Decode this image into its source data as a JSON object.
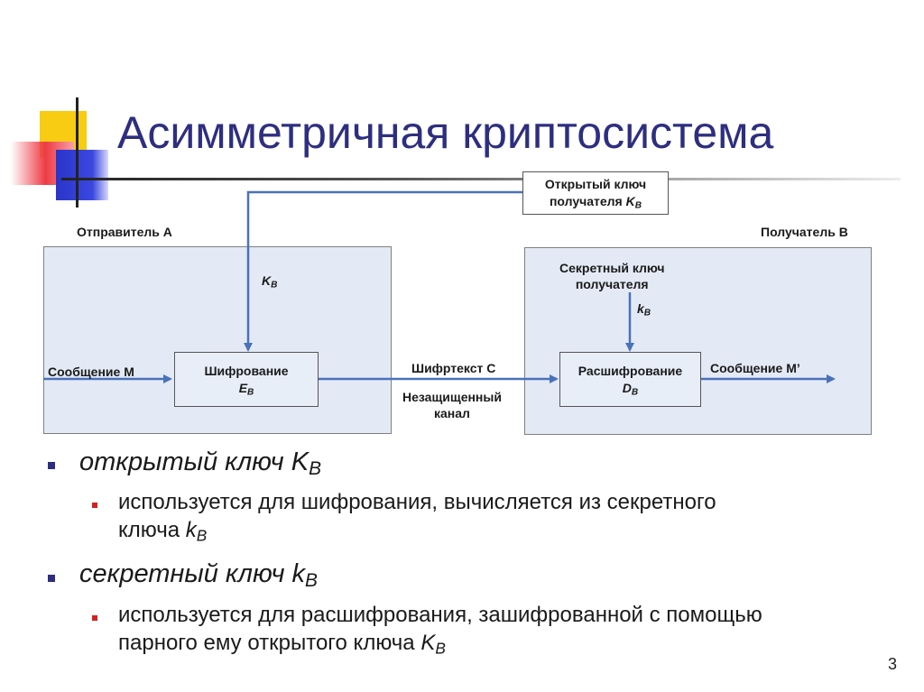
{
  "slide": {
    "title": "Асимметричная криптосистема",
    "page_number": "3",
    "colors": {
      "title": "#2e2e80",
      "bullet": "#2e2e80",
      "sub_bullet": "#d42020",
      "arrow": "#4a72b8",
      "panel": "#e3eaf6"
    }
  },
  "diagram": {
    "public_key_box": {
      "line1": "Открытый ключ",
      "line2": "получателя ",
      "key": "K",
      "key_sub": "B"
    },
    "sender_label": "Отправитель А",
    "receiver_label": "Получатель В",
    "sender_key": {
      "key": "K",
      "key_sub": "B"
    },
    "secret_key_label": {
      "line1": "Секретный ключ",
      "line2": "получателя"
    },
    "receiver_key": {
      "key": "k",
      "key_sub": "B"
    },
    "encryption_box": {
      "label": "Шифрование",
      "fn": "E",
      "fn_sub": "B"
    },
    "decryption_box": {
      "label": "Расшифрование",
      "fn": "D",
      "fn_sub": "B"
    },
    "message_in": "Сообщение М",
    "message_out": "Сообщение М’",
    "ciphertext": "Шифртекст С",
    "channel": {
      "line1": "Незащищенный",
      "line2": "канал"
    }
  },
  "bullets": [
    {
      "text": "открытый ключ ",
      "key": "K",
      "key_sub": "B",
      "sub": {
        "line1": "используется для шифрования, вычисляется из секретного",
        "line2": "ключа ",
        "key": "k",
        "key_sub": "B"
      }
    },
    {
      "text": "секретный ключ ",
      "key": "k",
      "key_sub": "B",
      "sub": {
        "line1": " используется для расшифрования, зашифрованной с помощью",
        "line2": "парного ему открытого ключа ",
        "key": "K",
        "key_sub": "B"
      }
    }
  ]
}
